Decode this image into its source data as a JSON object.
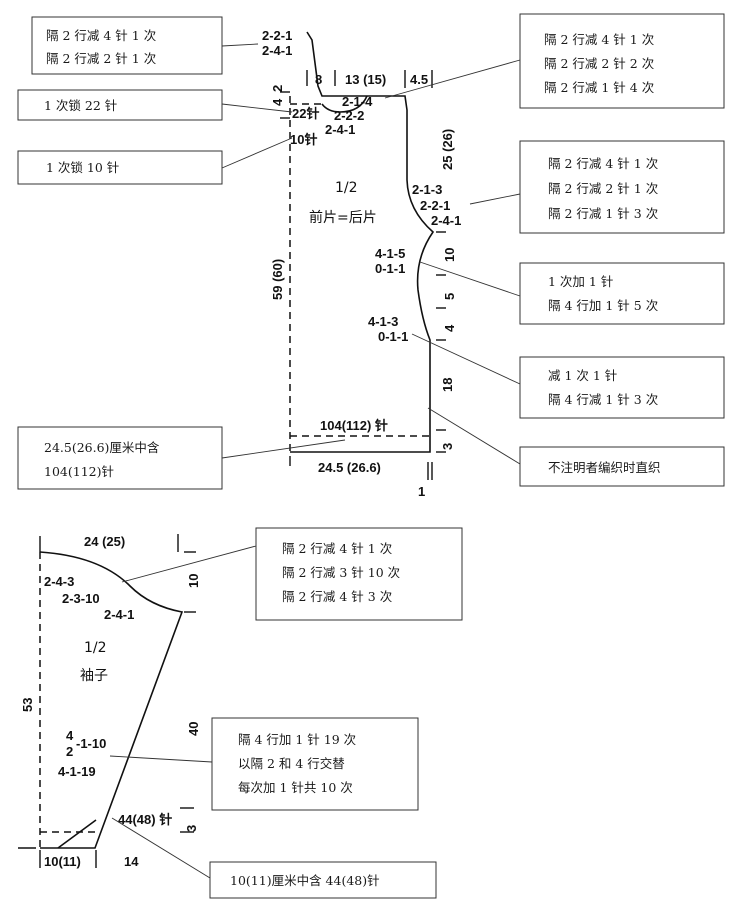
{
  "boxes": {
    "neck_top_left": [
      "隔 2 行减 4 针 1 次",
      "隔 2 行减 2 针 1 次"
    ],
    "bind_22": [
      "1 次锁 22 针"
    ],
    "bind_10": [
      "1 次锁 10 针"
    ],
    "shoulder": [
      "隔 2 行减 4 针 1 次",
      "隔 2 行减 2 针 2 次",
      "隔 2 行减 1 针 4 次"
    ],
    "armhole": [
      "隔 2 行减 4 针 1 次",
      "隔 2 行减 2 针 1 次",
      "隔 2 行减 1 针 3 次"
    ],
    "waist_inc": [
      "1 次加 1 针",
      "隔 4 行加 1 针 5 次"
    ],
    "waist_dec": [
      "减 1 次 1 针",
      "隔 4 行减 1 针 3 次"
    ],
    "body_width": [
      "24.5(26.6)厘米中含",
      "104(112)针"
    ],
    "straight": [
      "不注明者编织时直织"
    ],
    "sleeve_cap": [
      "隔 2 行减 4 针 1 次",
      "隔 2 行减 3 针 10 次",
      "隔 2 行减 4 针 3 次"
    ],
    "sleeve_inc": [
      "隔 4 行加 1 针 19 次",
      "以隔 2 和 4 行交替",
      "每次加 1 针共 10 次"
    ],
    "cuff": [
      "10(11)厘米中含 44(48)针"
    ]
  },
  "body": {
    "title": "1/2",
    "name": "前片=后片",
    "neck_notes": [
      "2-2-1",
      "2-4-1"
    ],
    "neck_inner": [
      "2-1-4",
      "2-2-2",
      "2-4-1"
    ],
    "bind_22_label": "22针",
    "bind_10_label": "10针",
    "armhole_notes": [
      "2-1-3",
      "2-2-1",
      "2-4-1"
    ],
    "waist_inc_notes": [
      "4-1-5",
      "0-1-1"
    ],
    "waist_dec_notes": [
      "4-1-3",
      "0-1-1"
    ],
    "dim_8": "8",
    "dim_shoulder": "13 (15)",
    "dim_4_5": "4.5",
    "dim_4_left": "4",
    "dim_2": "2",
    "dim_25": "25 (26)",
    "dim_10": "10",
    "dim_5": "5",
    "dim_4": "4",
    "dim_18": "18",
    "dim_3": "3",
    "dim_59": "59 (60)",
    "stitches": "104(112) 针",
    "width": "24.5 (26.6)",
    "mark_1": "1"
  },
  "sleeve": {
    "width_top": "24 (25)",
    "cap_notes": [
      "2-4-3",
      "2-3-10",
      "2-4-1"
    ],
    "dim_cap": "10",
    "title": "1/2",
    "name": "袖子",
    "dim_53": "53",
    "dim_40": "40",
    "inc_notes": [
      "4",
      "2",
      "-1-10",
      "4-1-19"
    ],
    "stitches": "44(48) 针",
    "dim_3": "3",
    "width_cuff": "10(11)",
    "width_14": "14"
  }
}
